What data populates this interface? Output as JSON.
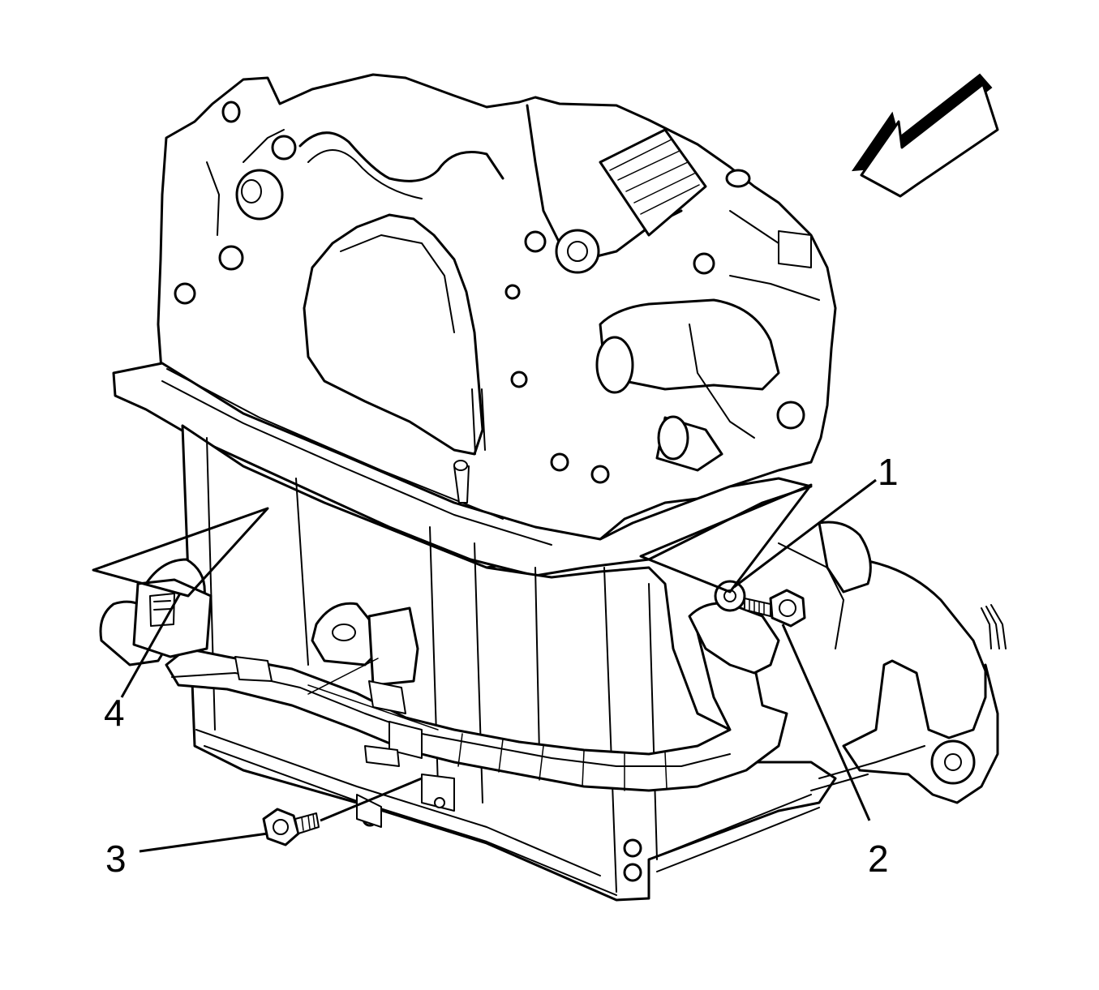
{
  "diagram": {
    "callouts": [
      {
        "id": "1",
        "label": "1"
      },
      {
        "id": "2",
        "label": "2"
      },
      {
        "id": "3",
        "label": "3"
      },
      {
        "id": "4",
        "label": "4"
      }
    ],
    "icons": {
      "view_direction": "arrow-icon"
    },
    "colors": {
      "line": "#000000",
      "background": "#ffffff"
    }
  }
}
